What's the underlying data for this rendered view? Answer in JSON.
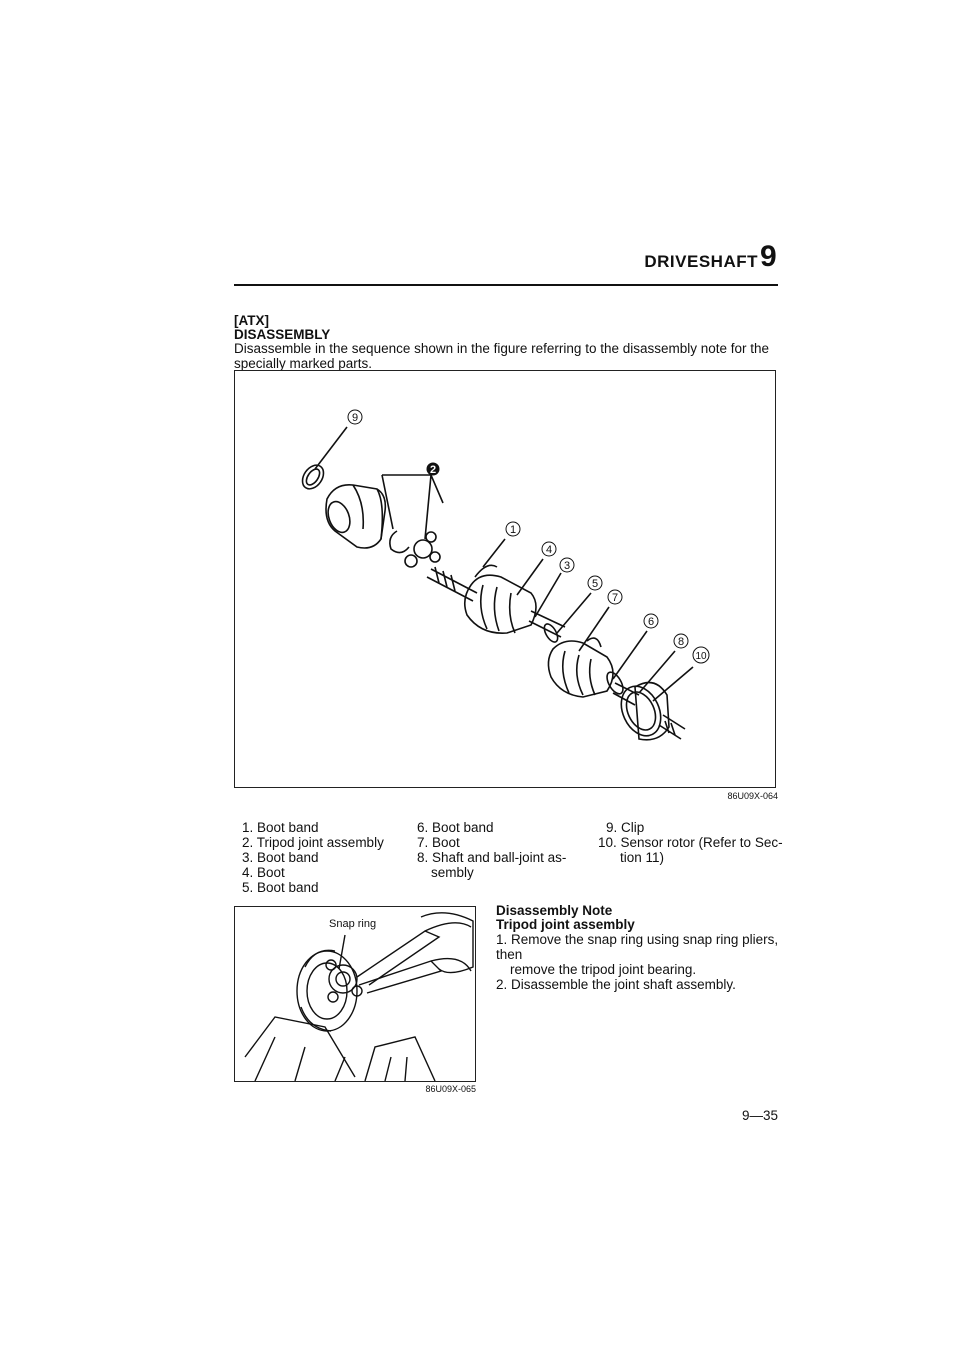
{
  "header": {
    "title": "DRIVESHAFT",
    "chapter": "9"
  },
  "section": {
    "bracket": "[ATX]",
    "heading": "DISASSEMBLY",
    "intro": "Disassemble in the sequence shown in the figure referring to the disassembly note for the specially marked parts."
  },
  "figure1": {
    "code": "86U09X-064",
    "callouts": [
      "9",
      "2",
      "1",
      "4",
      "3",
      "5",
      "7",
      "6",
      "8",
      "10"
    ]
  },
  "legend": {
    "col1": [
      "1. Boot band",
      "2. Tripod joint assembly",
      "3. Boot band",
      "4. Boot",
      "5. Boot band"
    ],
    "col2": [
      "6. Boot band",
      "7. Boot",
      "8. Shaft and ball-joint as-",
      "sembly"
    ],
    "col3": [
      "9. Clip",
      "10. Sensor rotor (Refer to Sec-",
      "tion 11)"
    ]
  },
  "figure2": {
    "label": "Snap ring",
    "code": "86U09X-065"
  },
  "note": {
    "title": "Disassembly Note",
    "subtitle": "Tripod joint assembly",
    "steps": [
      "1. Remove the snap ring using snap ring pliers, then",
      "remove the tripod joint bearing.",
      "2. Disassemble the joint shaft assembly."
    ]
  },
  "page_number": "9—35"
}
